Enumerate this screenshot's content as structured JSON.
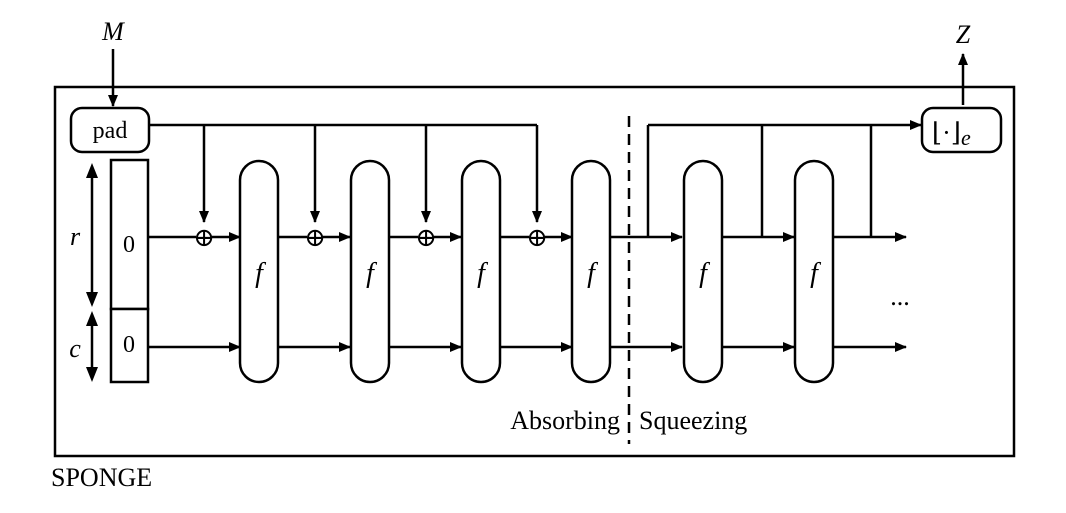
{
  "labels": {
    "input": "M",
    "output": "Z",
    "pad": "pad",
    "truncate_body": "⌊·⌋",
    "truncate_sub": "e",
    "rate": "r",
    "capacity": "c",
    "state_rate_init": "0",
    "state_capacity_init": "0",
    "function": "f",
    "xor": "⊕",
    "ellipsis": "...",
    "absorbing": "Absorbing",
    "squeezing": "Squeezing",
    "construction": "SPONGE"
  }
}
